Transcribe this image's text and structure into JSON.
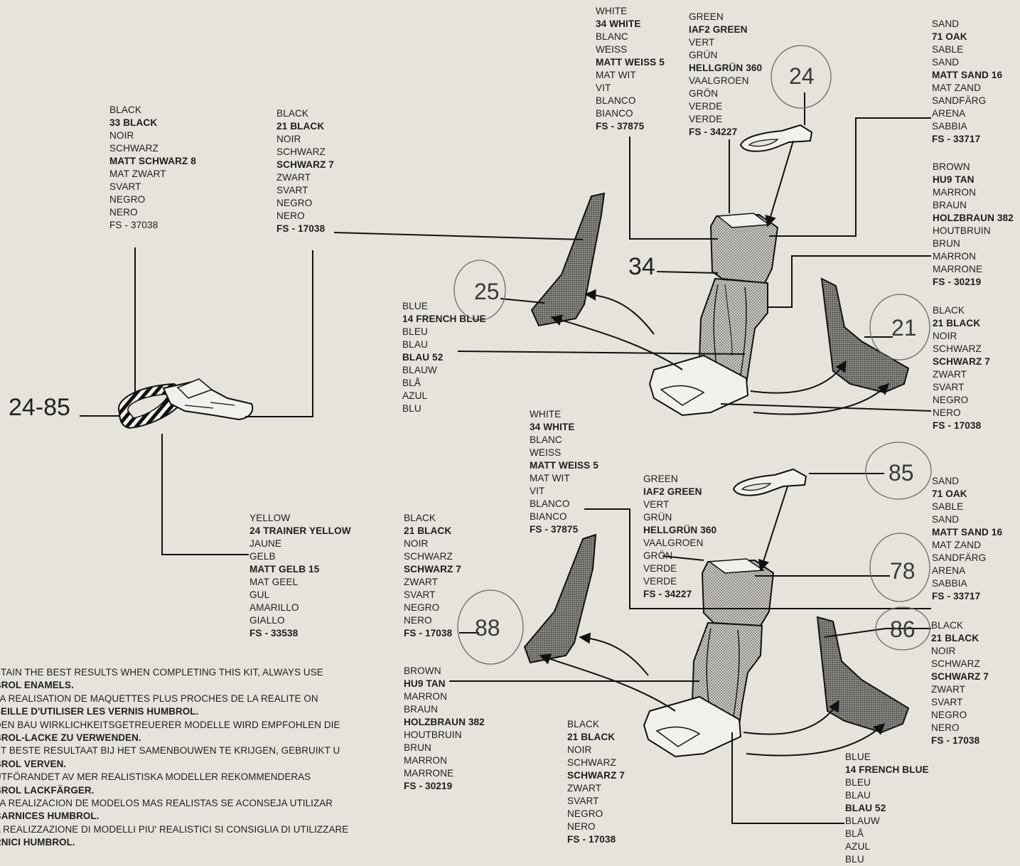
{
  "legends": {
    "l_black33": [
      "BLACK",
      "33 BLACK",
      "NOIR",
      "SCHWARZ",
      "MATT SCHWARZ 8",
      "MAT ZWART",
      "SVART",
      "NEGRO",
      "NERO",
      "FS - 37038"
    ],
    "l_black21a": [
      "BLACK",
      "21 BLACK",
      "NOIR",
      "SCHWARZ",
      "SCHWARZ 7",
      "ZWART",
      "SVART",
      "NEGRO",
      "NERO",
      "FS - 17038"
    ],
    "l_white1": [
      "WHITE",
      "34 WHITE",
      "BLANC",
      "WEISS",
      "MATT WEISS 5",
      "MAT WIT",
      "VIT",
      "BLANCO",
      "BIANCO",
      "FS - 37875"
    ],
    "l_green1": [
      "GREEN",
      "IAF2 GREEN",
      "VERT",
      "GRÜN",
      "HELLGRÜN 360",
      "VAALGROEN",
      "GRÖN",
      "VERDE",
      "VERDE",
      "FS - 34227"
    ],
    "l_sand1": [
      "SAND",
      "71 OAK",
      "SABLE",
      "SAND",
      "MATT SAND 16",
      "MAT ZAND",
      "SANDFÄRG",
      "ARENA",
      "SABBIA",
      "FS - 33717"
    ],
    "l_brown1": [
      "BROWN",
      "HU9 TAN",
      "MARRON",
      "BRAUN",
      "HOLZBRAUN 382",
      "HOUTBRUIN",
      "BRUN",
      "MARRON",
      "MARRONE",
      "FS - 30219"
    ],
    "l_black21b": [
      "BLACK",
      "21 BLACK",
      "NOIR",
      "SCHWARZ",
      "SCHWARZ 7",
      "ZWART",
      "SVART",
      "NEGRO",
      "NERO",
      "FS - 17038"
    ],
    "l_blue1": [
      "BLUE",
      "14 FRENCH BLUE",
      "BLEU",
      "BLAU",
      "BLAU 52",
      "BLAUW",
      "BLÅ",
      "AZUL",
      "BLU"
    ],
    "l_yellow": [
      "YELLOW",
      "24 TRAINER YELLOW",
      "JAUNE",
      "GELB",
      "MATT GELB 15",
      "MAT GEEL",
      "GUL",
      "AMARILLO",
      "GIALLO",
      "FS - 33538"
    ],
    "l_black21c": [
      "BLACK",
      "21 BLACK",
      "NOIR",
      "SCHWARZ",
      "SCHWARZ 7",
      "ZWART",
      "SVART",
      "NEGRO",
      "NERO",
      "FS - 17038"
    ],
    "l_white2": [
      "WHITE",
      "34 WHITE",
      "BLANC",
      "WEISS",
      "MATT WEISS 5",
      "MAT WIT",
      "VIT",
      "BLANCO",
      "BIANCO",
      "FS - 37875"
    ],
    "l_green2": [
      "GREEN",
      "IAF2 GREEN",
      "VERT",
      "GRÜN",
      "HELLGRÜN 360",
      "VAALGROEN",
      "GRÖN",
      "VERDE",
      "VERDE",
      "FS - 34227"
    ],
    "l_sand2": [
      "SAND",
      "71 OAK",
      "SABLE",
      "SAND",
      "MATT SAND 16",
      "MAT ZAND",
      "SANDFÄRG",
      "ARENA",
      "SABBIA",
      "FS - 33717"
    ],
    "l_black21d": [
      "BLACK",
      "21 BLACK",
      "NOIR",
      "SCHWARZ",
      "SCHWARZ 7",
      "ZWART",
      "SVART",
      "NEGRO",
      "NERO",
      "FS - 17038"
    ],
    "l_brown2": [
      "BROWN",
      "HU9 TAN",
      "MARRON",
      "BRAUN",
      "HOLZBRAUN 382",
      "HOUTBRUIN",
      "BRUN",
      "MARRON",
      "MARRONE",
      "FS - 30219"
    ],
    "l_black21e": [
      "BLACK",
      "21 BLACK",
      "NOIR",
      "SCHWARZ",
      "SCHWARZ 7",
      "ZWART",
      "SVART",
      "NEGRO",
      "NERO",
      "FS - 17038"
    ],
    "l_blue2": [
      "BLUE",
      "14 FRENCH BLUE",
      "BLEU",
      "BLAU",
      "BLAU 52",
      "BLAUW",
      "BLÅ",
      "AZUL",
      "BLU"
    ]
  },
  "refs": {
    "r2485": "24-85",
    "r34": "34",
    "r25": "25",
    "r24": "24",
    "r21": "21",
    "r85": "85",
    "r78": "78",
    "r86": "86",
    "r88": "88"
  },
  "note": [
    "BTAIN THE BEST RESULTS WHEN COMPLETING THIS KIT, ALWAYS USE",
    "BROL ENAMELS.",
    "LA REALISATION DE MAQUETTES PLUS PROCHES DE LA REALITE ON",
    "SEILLE D'UTILISER LES VERNIS HUMBROL.",
    "DEN BAU WIRKLICHKEITSGETREUERER MODELLE WIRD EMPFOHLEN DIE",
    "BROL-LACKE ZU VERWENDEN.",
    "ET BESTE RESULTAAT BIJ HET SAMENBOUWEN TE KRIJGEN, GEBRUIKT U",
    "BROL VERVEN.",
    "UTFÖRANDET AV MER REALISTISKA MODELLER REKOMMENDERAS",
    "BROL LACKFÄRGER.",
    "LA REALIZACION DE MODELOS MAS REALISTAS SE ACONSEJA UTILIZAR",
    "BARNICES HUMBROL.",
    "A REALIZZAZIONE DI MODELLI PIU' REALISTICI SI CONSIGLIA DI UTILIZZARE",
    "RNICI HUMBROL."
  ],
  "colors": {
    "paper": "#e6e3dd",
    "ink": "#1e1e1e",
    "hatch": "#8a8a8a",
    "pencil": "#6a6a6a"
  }
}
